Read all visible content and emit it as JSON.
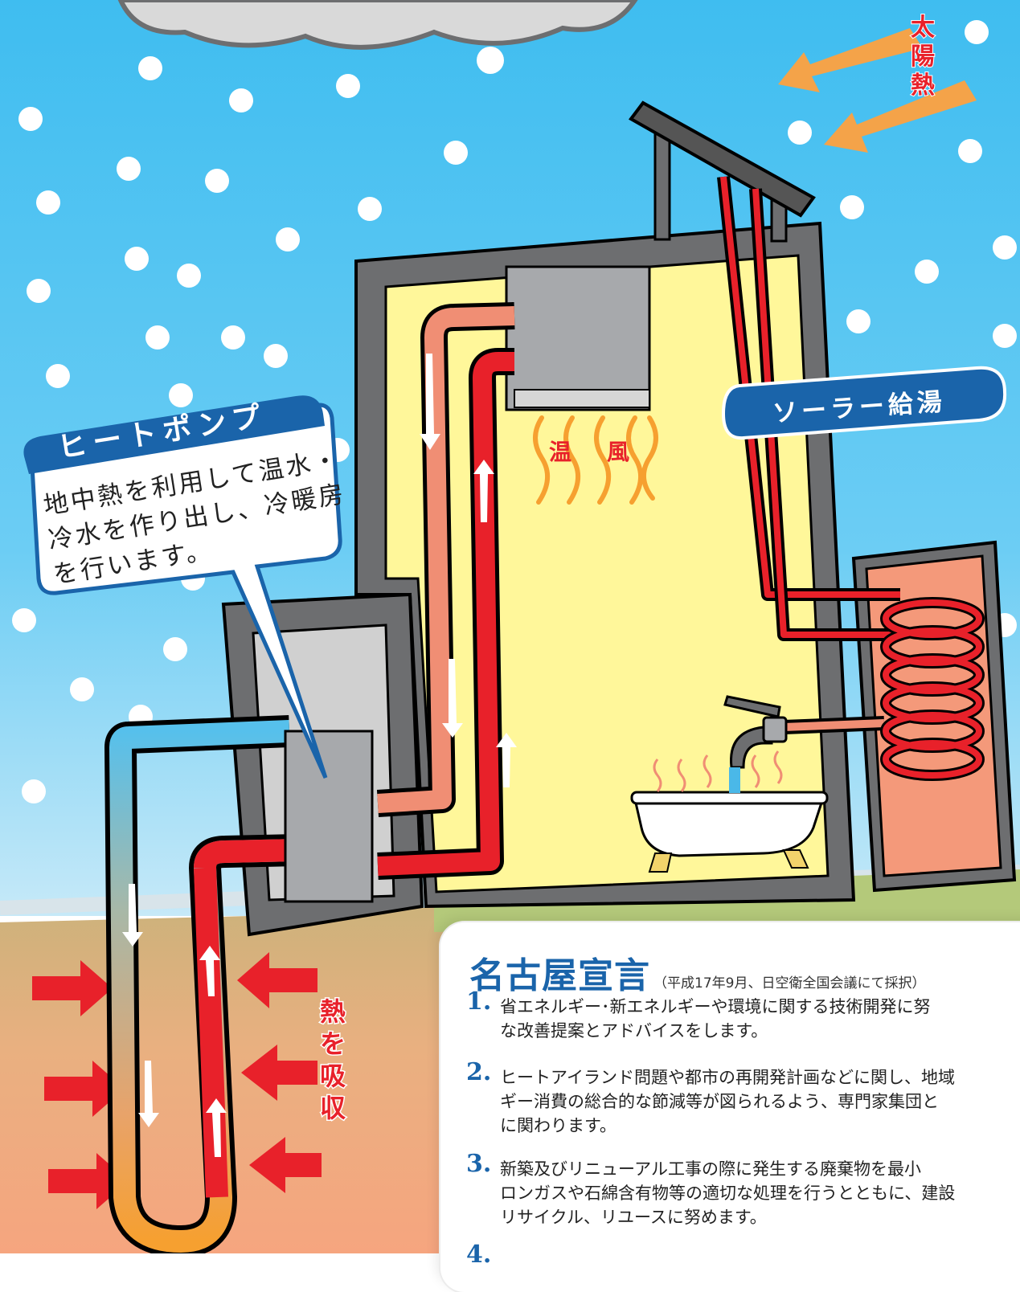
{
  "labels": {
    "solar_heat": "太陽熱",
    "warm_air": [
      "温",
      "風"
    ],
    "solar_water": "ソーラー給湯",
    "absorb_heat": "熱を吸収"
  },
  "heat_pump_bubble": {
    "title": "ヒートポンプ",
    "lines": [
      "地中熱を利用して温水・",
      "冷水を作り出し、冷暖房",
      "を行います。"
    ]
  },
  "declaration": {
    "title": "名古屋宣言",
    "note": "（平成17年9月、日空衛全国会議にて採択）",
    "items": [
      {
        "num": "1.",
        "lines": [
          "省エネルギー･新エネルギーや環境に関する技術開発に努",
          "な改善提案とアドバイスをします。"
        ]
      },
      {
        "num": "2.",
        "lines": [
          "ヒートアイランド問題や都市の再開発計画などに関し、地域",
          "ギー消費の総合的な節減等が図られるよう、専門家集団と",
          "に関わります。"
        ]
      },
      {
        "num": "3.",
        "lines": [
          "新築及びリニューアル工事の際に発生する廃棄物を最小",
          "ロンガスや石綿含有物等の適切な処理を行うとともに、建設",
          "リサイクル、リユースに努めます。"
        ]
      },
      {
        "num": "4.",
        "lines": [
          ""
        ]
      }
    ]
  },
  "colors": {
    "sky_top": "#3fbdf0",
    "sky_bottom": "#bfe6f7",
    "ground_top": "#c9a86a",
    "ground_bottom": "#f5a57e",
    "hot_pipe": "#e8212a",
    "warm_pipe": "#f08e74",
    "cold_pipe": "#4ab8e8",
    "wall": "#6d6e70",
    "room": "#fff79a",
    "badge_blue": "#1a64aa",
    "solar_arrow": "#f4a349"
  }
}
